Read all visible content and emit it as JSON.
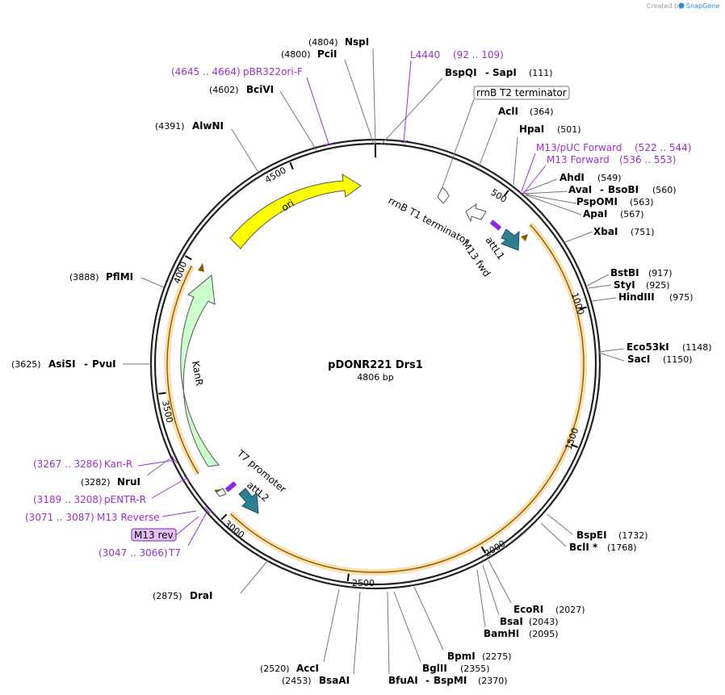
{
  "credit": {
    "text": "Created by",
    "brand": "SnapGene"
  },
  "plasmid": {
    "name": "pDONR221 Drs1",
    "size_label": "4806 bp",
    "length": 4806
  },
  "colors": {
    "ori": "#ffff00",
    "kanr": "#ccffcc",
    "att": "#2f7f93",
    "ccdb": "#f6b94e",
    "primer": "#9a2fd0",
    "terminator": "#ffffff"
  },
  "features": [
    {
      "name": "ori",
      "label": "ori"
    },
    {
      "name": "kanr",
      "label": "KanR"
    },
    {
      "name": "attL1",
      "label": "attL1"
    },
    {
      "name": "attL2",
      "label": "attL2"
    },
    {
      "name": "rrnb-t1",
      "label": "rrnB T1 terminator"
    },
    {
      "name": "rrnb-t2",
      "label": "rrnB T2 terminator"
    },
    {
      "name": "m13-fwd",
      "label": "M13 fwd"
    },
    {
      "name": "m13-rev",
      "label": "M13 rev"
    },
    {
      "name": "t7-promoter",
      "label": "T7 promoter"
    }
  ],
  "ticks": [
    "500",
    "1000",
    "1500",
    "2000",
    "2500",
    "3000",
    "3500",
    "4000",
    "4500"
  ],
  "enzymes": [
    {
      "pos": "(4804)",
      "name": "NspI"
    },
    {
      "pos": "(4800)",
      "name": "PciI"
    },
    {
      "pos": "(111)",
      "name": "BspQI",
      "extra": "SapI"
    },
    {
      "pos": "(4602)",
      "name": "BciVI"
    },
    {
      "pos": "(364)",
      "name": "AclI"
    },
    {
      "pos": "(4391)",
      "name": "AlwNI"
    },
    {
      "pos": "(501)",
      "name": "HpaI"
    },
    {
      "pos": "(549)",
      "name": "AhdI"
    },
    {
      "pos": "(560)",
      "name": "AvaI",
      "extra": "BsoBI"
    },
    {
      "pos": "(563)",
      "name": "PspOMI"
    },
    {
      "pos": "(567)",
      "name": "ApaI"
    },
    {
      "pos": "(751)",
      "name": "XbaI"
    },
    {
      "pos": "(3888)",
      "name": "PflMI"
    },
    {
      "pos": "(917)",
      "name": "BstBI"
    },
    {
      "pos": "(925)",
      "name": "StyI"
    },
    {
      "pos": "(975)",
      "name": "HindIII"
    },
    {
      "pos": "(1148)",
      "name": "Eco53kI"
    },
    {
      "pos": "(1150)",
      "name": "SacI"
    },
    {
      "pos": "(3625)",
      "name": "AsiSI",
      "extra": "PvuI"
    },
    {
      "pos": "(3282)",
      "name": "NruI"
    },
    {
      "pos": "(1732)",
      "name": "BspEI"
    },
    {
      "pos": "(1768)",
      "name": "BclI *"
    },
    {
      "pos": "(2875)",
      "name": "DraI"
    },
    {
      "pos": "(2027)",
      "name": "EcoRI"
    },
    {
      "pos": "(2043)",
      "name": "BsaI"
    },
    {
      "pos": "(2095)",
      "name": "BamHI"
    },
    {
      "pos": "(2275)",
      "name": "BpmI"
    },
    {
      "pos": "(2355)",
      "name": "BglII"
    },
    {
      "pos": "(2370)",
      "name": "BfuAI",
      "extra": "BspMI"
    },
    {
      "pos": "(2520)",
      "name": "AccI"
    },
    {
      "pos": "(2453)",
      "name": "BsaAI"
    }
  ],
  "primers": [
    {
      "name": "L4440",
      "range": "(92 .. 109)"
    },
    {
      "name": "pBR322ori-F",
      "range": "(4645 .. 4664)"
    },
    {
      "name": "M13/pUC Forward",
      "range": "(522 .. 544)"
    },
    {
      "name": "M13 Forward",
      "range": "(536 .. 553)"
    },
    {
      "name": "Kan-R",
      "range": "(3267 .. 3286)"
    },
    {
      "name": "pENTR-R",
      "range": "(3189 .. 3208)"
    },
    {
      "name": "M13 Reverse",
      "range": "(3071 .. 3087)"
    },
    {
      "name": "T7",
      "range": "(3047 .. 3066)"
    }
  ],
  "sep": "-"
}
